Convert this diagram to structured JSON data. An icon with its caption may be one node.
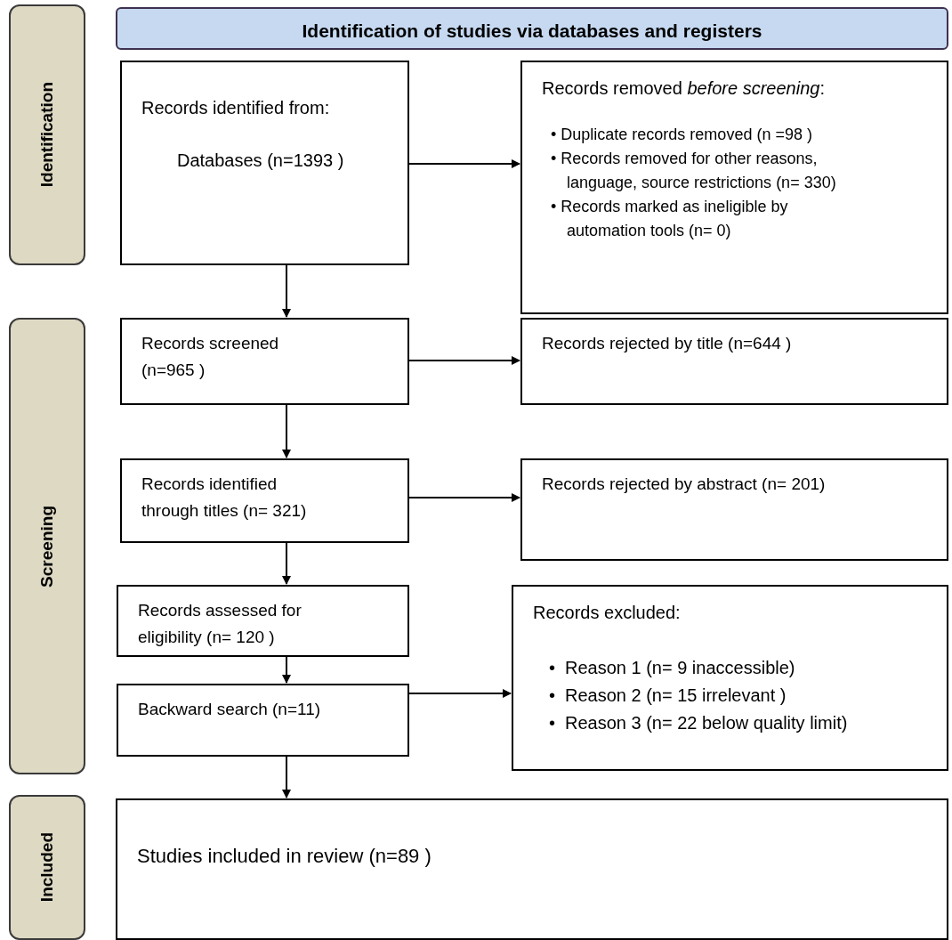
{
  "diagram": {
    "nodes": [
      {
        "text": [
          "Identification"
        ]
      },
      {
        "text": [
          "Screening"
        ]
      },
      {
        "text": [
          "Included"
        ]
      },
      {
        "text": [
          "Identification of studies via databases and registers"
        ]
      },
      {
        "text": [
          "Records identified from:",
          "Databases (n=1393 )"
        ]
      },
      {
        "text": [
          "Records removed *before screening*:",
          "• Duplicate records removed (n =98 )",
          "• Records removed for other reasons, language, source restrictions (n= 330)",
          "• Records marked as ineligible by automation tools (n= 0)"
        ]
      },
      {
        "text": [
          "Records screened (n=965 )"
        ]
      },
      {
        "text": [
          "Records rejected by title (n=644 )"
        ]
      },
      {
        "text": [
          "Records identified through titles (n= 321)"
        ]
      },
      {
        "text": [
          "Records rejected by abstract (n= 201)"
        ]
      },
      {
        "text": [
          "Records assessed for eligibility (n= 120 )"
        ]
      },
      {
        "text": [
          "Backward search (n=11)"
        ]
      },
      {
        "text": [
          "Records excluded:",
          "•\tReason 1 (n= 9 inaccessible)",
          "•\tReason 2 (n= 15 irrelevant )",
          "•\tReason 3 (n= 22 below quality limit)"
        ]
      },
      {
        "text": [
          "Studies included in review (n=89 )"
        ]
      }
    ],
    "edges": [
      {
        "from": 4,
        "to": 5,
        "arrow": "to"
      },
      {
        "from": 4,
        "to": 6,
        "arrow": "to"
      },
      {
        "from": 6,
        "to": 7,
        "arrow": "to"
      },
      {
        "from": 6,
        "to": 8,
        "arrow": "to"
      },
      {
        "from": 8,
        "to": 9,
        "arrow": "to"
      },
      {
        "from": 8,
        "to": 10,
        "arrow": "to"
      },
      {
        "from": 10,
        "to": 11,
        "arrow": "to"
      },
      {
        "from": 11,
        "to": 12,
        "arrow": "to"
      },
      {
        "from": 11,
        "to": 13,
        "arrow": "to"
      }
    ]
  }
}
